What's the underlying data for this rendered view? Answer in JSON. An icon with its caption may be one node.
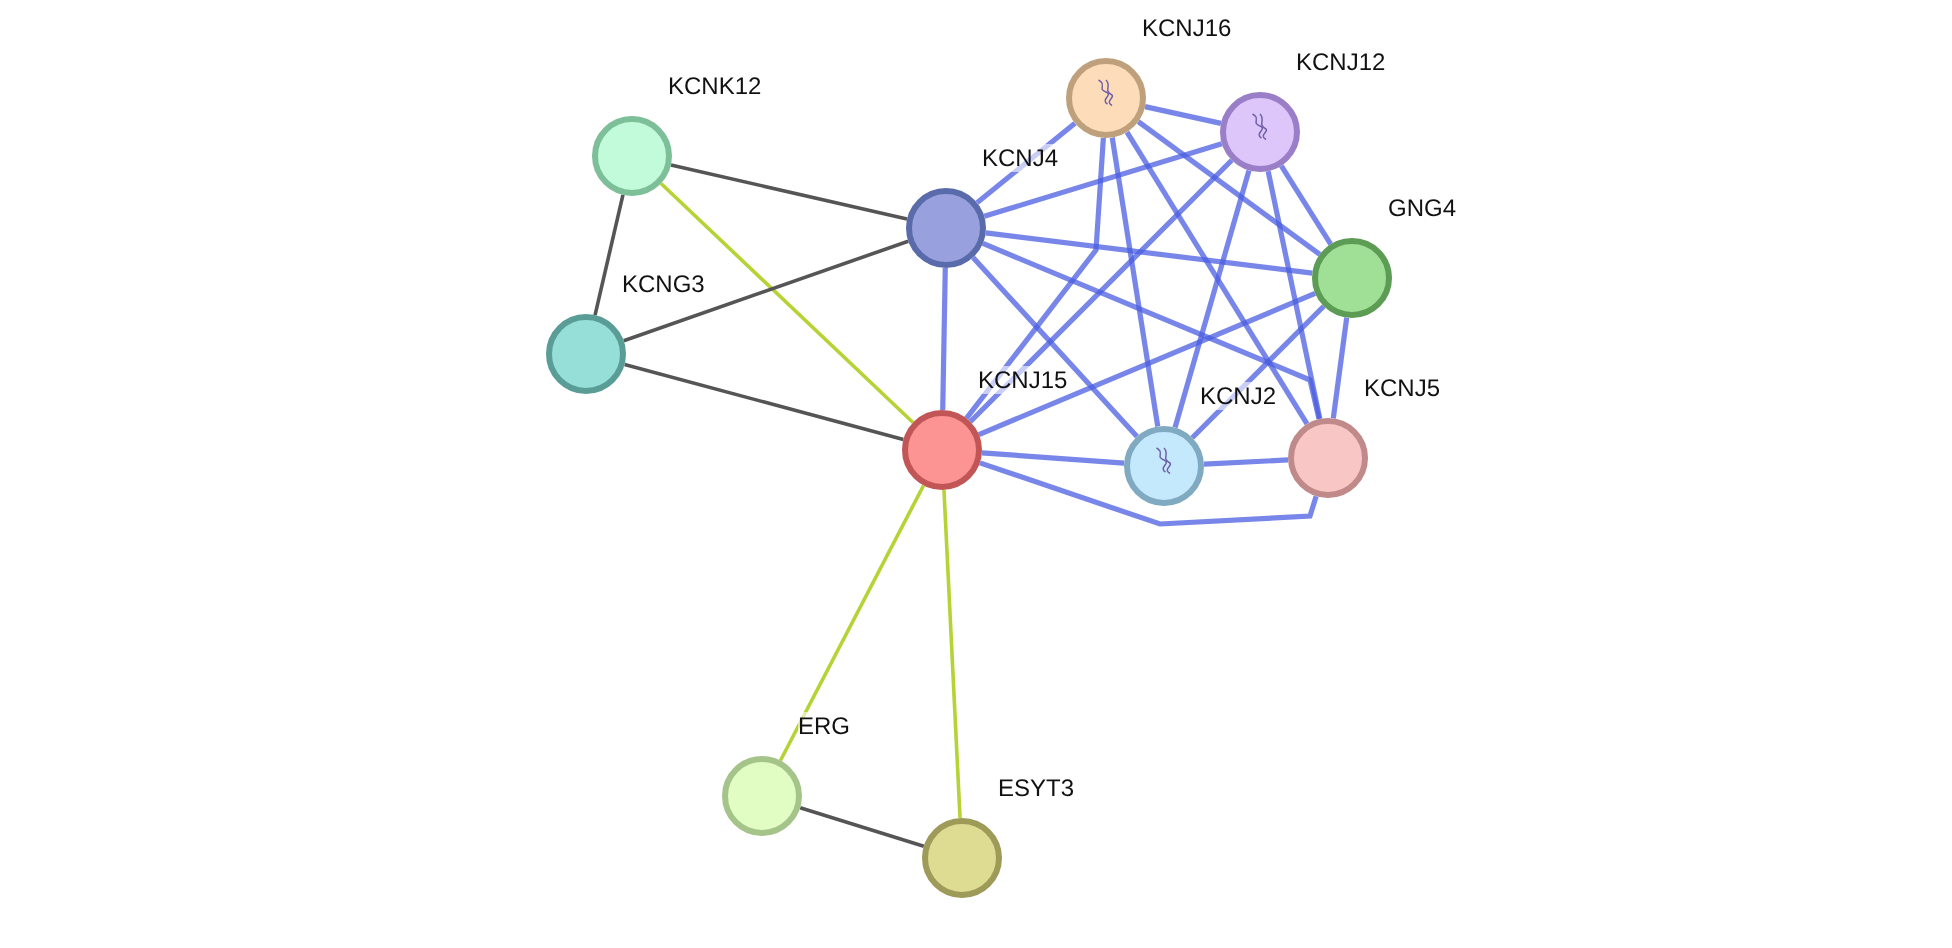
{
  "diagram": {
    "nodes": [
      {
        "text": [
          "KCNJ16"
        ]
      },
      {
        "text": [
          "KCNJ12"
        ]
      },
      {
        "text": [
          "KCNK12"
        ]
      },
      {
        "text": [
          "KCNJ4"
        ]
      },
      {
        "text": [
          "GNG4"
        ]
      },
      {
        "text": [
          "KCNG3"
        ]
      },
      {
        "text": [
          "KCNJ15"
        ]
      },
      {
        "text": [
          "KCNJ5"
        ]
      },
      {
        "text": [
          "KCNJ2"
        ]
      },
      {
        "text": [
          "ERG"
        ]
      },
      {
        "text": [
          "ESYT3"
        ]
      }
    ],
    "edges": [
      {
        "from": 0,
        "to": 1,
        "arrow": "none"
      },
      {
        "from": 0,
        "to": 3,
        "arrow": "none"
      },
      {
        "from": 0,
        "to": 4,
        "arrow": "none"
      },
      {
        "from": 0,
        "to": 6,
        "arrow": "none"
      },
      {
        "from": 0,
        "to": 7,
        "arrow": "none"
      },
      {
        "from": 0,
        "to": 8,
        "arrow": "none"
      },
      {
        "from": 1,
        "to": 3,
        "arrow": "none"
      },
      {
        "from": 1,
        "to": 4,
        "arrow": "none"
      },
      {
        "from": 1,
        "to": 6,
        "arrow": "none"
      },
      {
        "from": 1,
        "to": 7,
        "arrow": "none"
      },
      {
        "from": 1,
        "to": 8,
        "arrow": "none"
      },
      {
        "from": 3,
        "to": 4,
        "arrow": "none"
      },
      {
        "from": 3,
        "to": 6,
        "arrow": "none"
      },
      {
        "from": 3,
        "to": 7,
        "arrow": "none"
      },
      {
        "from": 3,
        "to": 8,
        "arrow": "none"
      },
      {
        "from": 4,
        "to": 6,
        "arrow": "none"
      },
      {
        "from": 4,
        "to": 7,
        "arrow": "none"
      },
      {
        "from": 4,
        "to": 8,
        "arrow": "none"
      },
      {
        "from": 6,
        "to": 7,
        "arrow": "none"
      },
      {
        "from": 6,
        "to": 8,
        "arrow": "none"
      },
      {
        "from": 8,
        "to": 7,
        "arrow": "none"
      },
      {
        "from": 2,
        "to": 5,
        "arrow": "none",
        "color": "#555555"
      },
      {
        "from": 2,
        "to": 3,
        "arrow": "none",
        "color": "#555555"
      },
      {
        "from": 2,
        "to": 6,
        "arrow": "none",
        "color": "#b5d334"
      },
      {
        "from": 5,
        "to": 3,
        "arrow": "none",
        "color": "#555555"
      },
      {
        "from": 5,
        "to": 6,
        "arrow": "none",
        "color": "#555555"
      },
      {
        "from": 6,
        "to": 9,
        "arrow": "none",
        "color": "#b5d334"
      },
      {
        "from": 6,
        "to": 10,
        "arrow": "none",
        "color": "#b5d334"
      },
      {
        "from": 9,
        "to": 10,
        "arrow": "none",
        "color": "#555555"
      }
    ]
  }
}
